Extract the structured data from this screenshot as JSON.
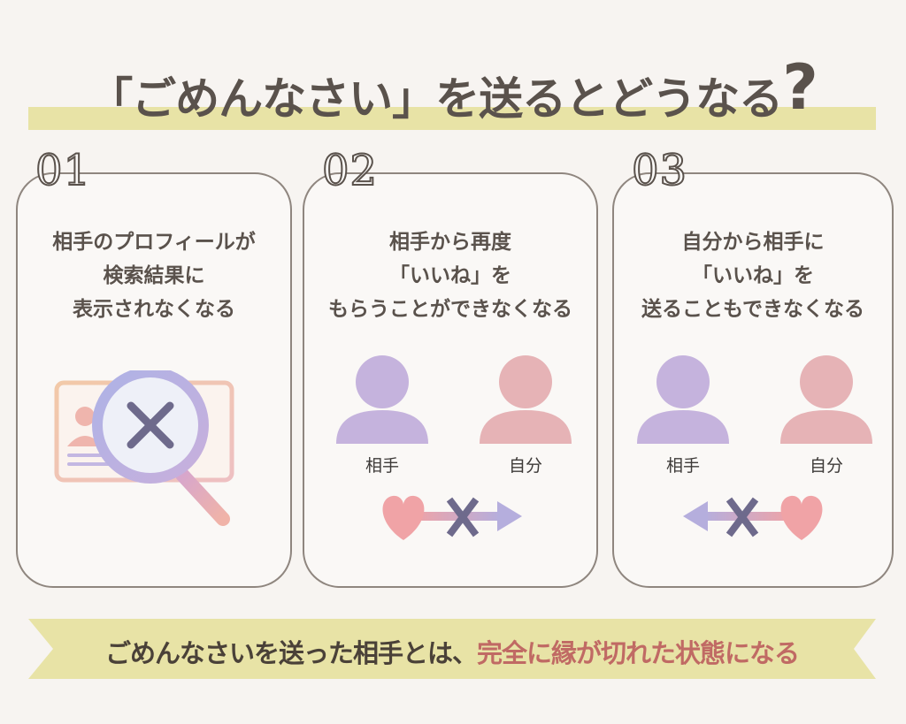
{
  "header": {
    "title": "「ごめんなさい」を送るとどうなる",
    "question_mark": "?",
    "highlight_color": "#e8e3a6",
    "text_color": "#5a524c"
  },
  "cards": [
    {
      "number": "01",
      "lines": [
        "相手のプロフィールが",
        "検索結果に",
        "表示されなくなる"
      ],
      "illustration": "profile-card-search-blocked-icon"
    },
    {
      "number": "02",
      "lines": [
        "相手から再度",
        "「いいね」を",
        "もらうことができなくなる"
      ],
      "illustration": "like-blocked-left-to-right",
      "people": [
        {
          "label": "相手",
          "color": "#c5b3dd"
        },
        {
          "label": "自分",
          "color": "#e6b3b6"
        }
      ]
    },
    {
      "number": "03",
      "lines": [
        "自分から相手に",
        "「いいね」を",
        "送ることもできなくなる"
      ],
      "illustration": "like-blocked-right-to-left",
      "people": [
        {
          "label": "相手",
          "color": "#c5b3dd"
        },
        {
          "label": "自分",
          "color": "#e6b3b6"
        }
      ]
    }
  ],
  "footer": {
    "text_plain": "ごめんなさいを送った相手とは、",
    "text_accent": "完全に縁が切れた状態になる",
    "ribbon_color": "#e8e3a6",
    "accent_color": "#c06a64"
  },
  "colors": {
    "background": "#f7f4f1",
    "card_bg": "#faf8f6",
    "card_border": "#8f867f",
    "heart": "#f0a3a6",
    "arrow_purple": "#b5aedd",
    "cross": "#6e6a8c"
  }
}
